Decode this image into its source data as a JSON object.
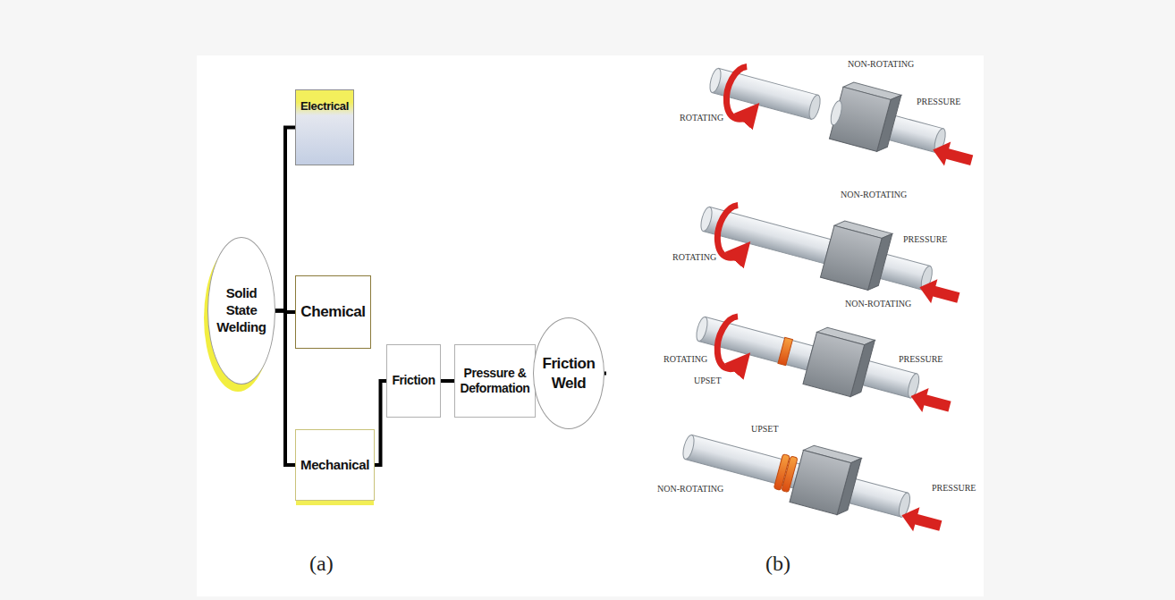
{
  "diagram": {
    "nodes": [
      {
        "text": [
          "Solid State Welding"
        ]
      },
      {
        "text": [
          "Electrical"
        ]
      },
      {
        "text": [
          "Chemical"
        ]
      },
      {
        "text": [
          "Mechanical"
        ]
      },
      {
        "text": [
          "Friction"
        ]
      },
      {
        "text": [
          "Pressure & Deformation"
        ]
      },
      {
        "text": [
          "Friction Weld"
        ]
      }
    ],
    "edges": [
      {
        "from": 0,
        "to": 1,
        "arrow": "none"
      },
      {
        "from": 0,
        "to": 2,
        "arrow": "none"
      },
      {
        "from": 0,
        "to": 3,
        "arrow": "none"
      },
      {
        "from": 3,
        "to": 4,
        "arrow": "none"
      },
      {
        "from": 4,
        "to": 5,
        "arrow": "none"
      },
      {
        "from": 5,
        "to": 6,
        "arrow": "none"
      }
    ],
    "labels": [
      "NON-ROTATING",
      "ROTATING",
      "PRESSURE",
      "NON-ROTATING",
      "ROTATING",
      "PRESSURE",
      "NON-ROTATING",
      "ROTATING",
      "UPSET",
      "PRESSURE",
      "UPSET",
      "NON-ROTATING",
      "PRESSURE",
      "(a)",
      "(b)"
    ]
  }
}
